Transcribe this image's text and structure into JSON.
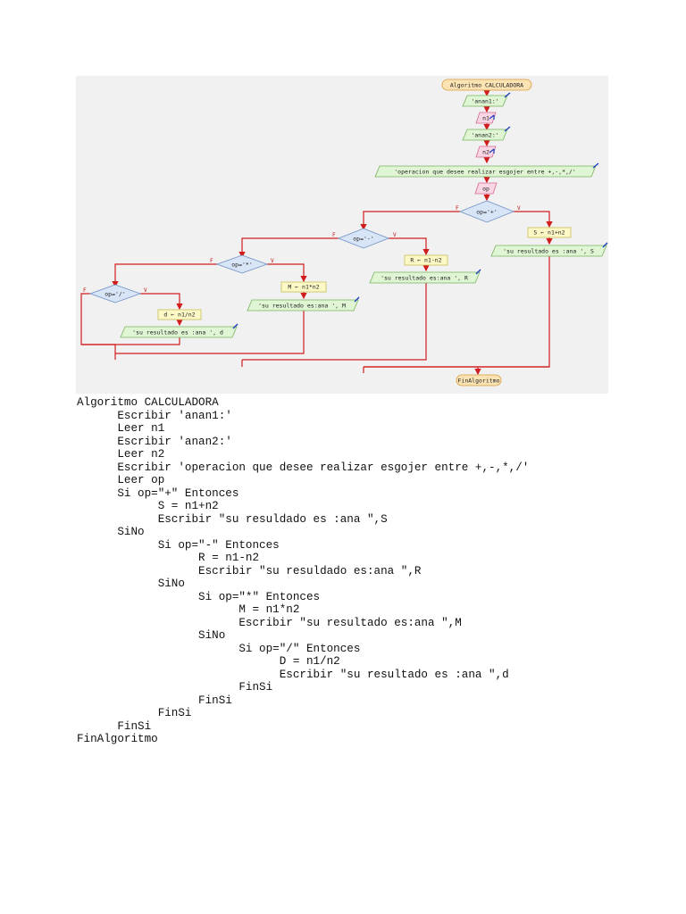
{
  "flowchart": {
    "start": "Algoritmo CALCULADORA",
    "out_anan1": "'anan1:'",
    "in_n1": "n1",
    "out_anan2": "'anan2:'",
    "in_n2": "n2",
    "out_operacion": "'operacion que desee realizar esgojer entre +,-,*,/'",
    "in_op": "op",
    "cond_plus": "op='+'",
    "assign_s": "S ← n1+n2",
    "out_s": "'su resultado es :ana ', S",
    "cond_minus": "op='-'",
    "assign_r": "R ← n1-n2",
    "out_r": "'su resultado es:ana ', R",
    "cond_mult": "op='*'",
    "assign_m": "M ← n1*n2",
    "out_m": "'su resultado es:ana ', M",
    "cond_div": "op='/'",
    "assign_d": "d ← n1/n2",
    "out_d": "'su resultado es :ana ', d",
    "end": "FinAlgoritmo",
    "true_label": "V",
    "false_label": "F",
    "colors": {
      "terminal_fill": "#fbe3b4",
      "terminal_stroke": "#d79a3a",
      "output_fill": "#dff5d3",
      "output_stroke": "#79b35f",
      "input_fill": "#f9d6e4",
      "input_stroke": "#d66b93",
      "decision_fill": "#d8e5f7",
      "decision_stroke": "#6f8fc2",
      "process_fill": "#fdf9c6",
      "process_stroke": "#c8bd5a",
      "arrow": "#d11d1d",
      "background": "#f1f1f1"
    }
  },
  "pseudocode": [
    "Algoritmo CALCULADORA",
    "      Escribir 'anan1:'",
    "      Leer n1",
    "      Escribir 'anan2:'",
    "      Leer n2",
    "      Escribir 'operacion que desee realizar esgojer entre +,-,*,/'",
    "      Leer op",
    "      Si op=\"+\" Entonces",
    "            S = n1+n2",
    "            Escribir \"su resuldado es :ana \",S",
    "      SiNo",
    "            Si op=\"-\" Entonces",
    "                  R = n1-n2",
    "                  Escribir \"su resuldado es:ana \",R",
    "            SiNo",
    "                  Si op=\"*\" Entonces",
    "                        M = n1*n2",
    "                        Escribir \"su resultado es:ana \",M",
    "                  SiNo",
    "                        Si op=\"/\" Entonces",
    "                              D = n1/n2",
    "                              Escribir \"su resultado es :ana \",d",
    "                        FinSi",
    "                  FinSi",
    "            FinSi",
    "      FinSi",
    "FinAlgoritmo"
  ]
}
